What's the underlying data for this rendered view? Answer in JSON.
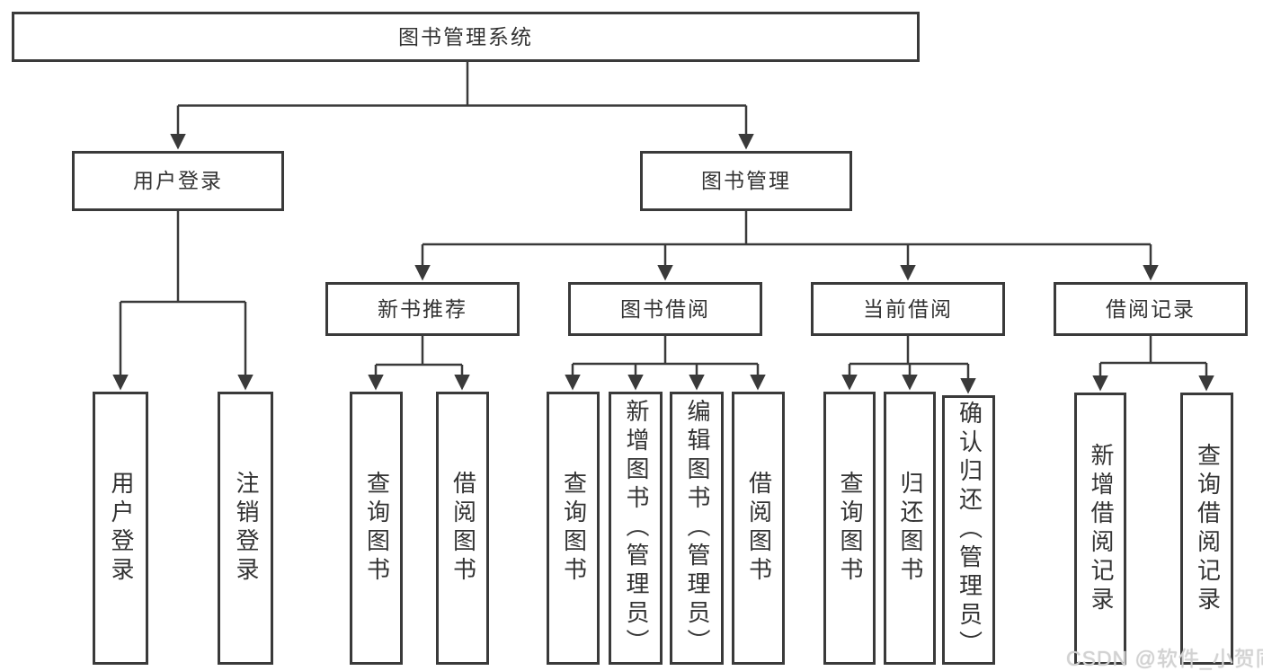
{
  "page": {
    "background": "#ffffff"
  },
  "colors": {
    "line": "#3a3a3a",
    "box_border": "#3a3a3a",
    "box_background": "#ffffff",
    "text": "#333333",
    "watermark_text": "#d2d2d2"
  },
  "tree": {
    "label": "图书管理系统",
    "children": [
      {
        "label": "用户登录",
        "children": [
          {
            "label": "用户登录"
          },
          {
            "label": "注销登录"
          }
        ]
      },
      {
        "label": "图书管理",
        "children": [
          {
            "label": "新书推荐",
            "children": [
              {
                "label": "查询图书"
              },
              {
                "label": "借阅图书"
              }
            ]
          },
          {
            "label": "图书借阅",
            "children": [
              {
                "label": "查询图书"
              },
              {
                "label": "新增图书（管理员）"
              },
              {
                "label": "编辑图书（管理员）"
              },
              {
                "label": "借阅图书"
              }
            ]
          },
          {
            "label": "当前借阅",
            "children": [
              {
                "label": "查询图书"
              },
              {
                "label": "归还图书"
              },
              {
                "label": "确认归还（管理员）"
              }
            ]
          },
          {
            "label": "借阅记录",
            "children": [
              {
                "label": "新增借阅记录"
              },
              {
                "label": "查询借阅记录"
              }
            ]
          }
        ]
      }
    ]
  },
  "watermark": {
    "text": "CSDN @软件_小贺同学"
  }
}
